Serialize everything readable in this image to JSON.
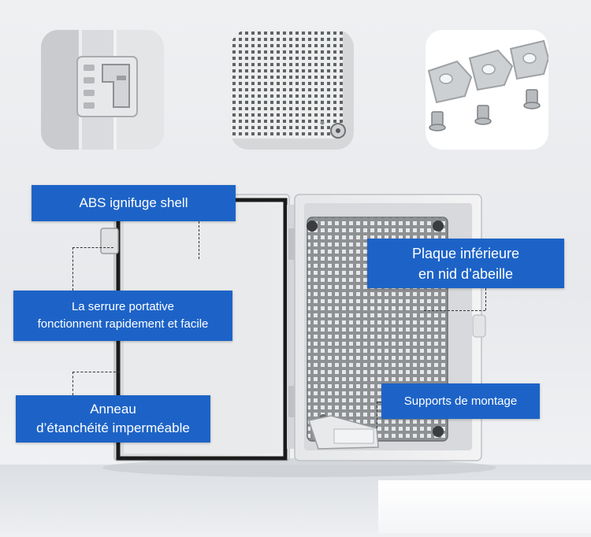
{
  "labels": {
    "abs_shell": "ABS ignifuge shell",
    "plaque_line1": "Plaque inférieure",
    "plaque_line2": "en nid d’abeille",
    "serrure_line1": "La serrure portative",
    "serrure_line2": "fonctionnent rapidement et facile",
    "anneau_line1": "Anneau",
    "anneau_line2": "d’étanchéité imperméable",
    "supports": "Supports de montage"
  },
  "colors": {
    "label_blue": "#1d63c7",
    "label_text": "#ffffff",
    "shell_grey": "#e9eaeb",
    "seal_black": "#1b1b1b",
    "plate_grey": "#8a8d90"
  },
  "icons": [
    "latch-detail-thumbnail",
    "honeycomb-plate-thumbnail",
    "mounting-brackets-thumbnail"
  ]
}
